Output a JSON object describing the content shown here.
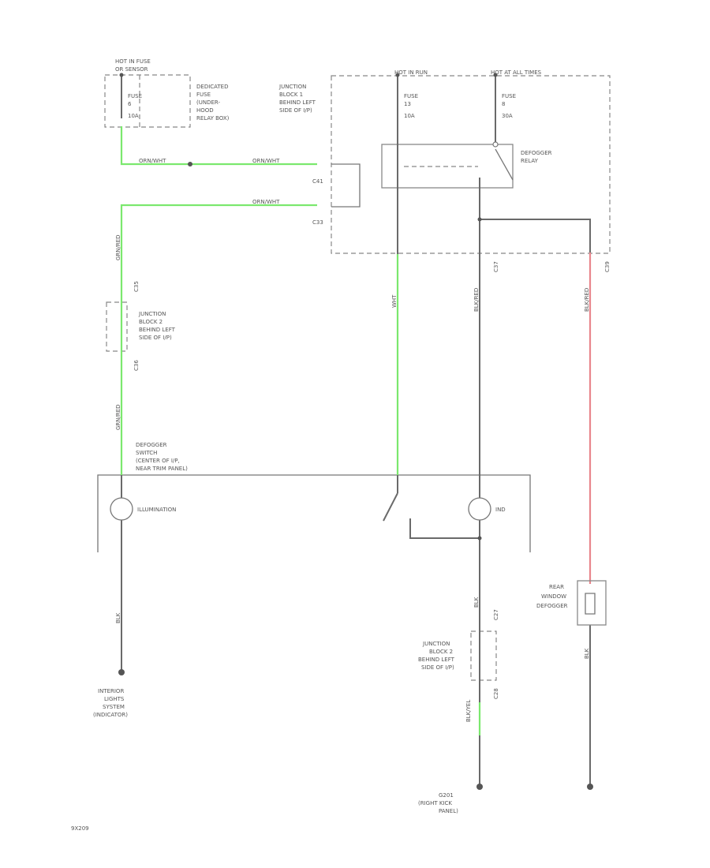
{
  "labels": {
    "hot_in_fuse": "HOT IN FUSE",
    "hot_in_fuse_sub": "OR SENSOR",
    "dedicated_fuse_1": "DEDICATED",
    "dedicated_fuse_2": "FUSE",
    "dedicated_fuse_3": "(UNDER-",
    "dedicated_fuse_4": "HOOD",
    "dedicated_fuse_5": "RELAY BOX)",
    "fuse_left": "FUSE",
    "fuse_left_num": "6",
    "fuse_left_amp": "10A",
    "junction_block_1_a": "JUNCTION",
    "junction_block_1_b": "BLOCK 1",
    "junction_block_1_c": "BEHIND LEFT",
    "junction_block_1_d": "SIDE OF I/P)",
    "hot_in_run": "HOT IN RUN",
    "hot_at_all_times": "HOT AT ALL TIMES",
    "fuse_mid": "FUSE",
    "fuse_mid_num": "13",
    "fuse_mid_amp": "10A",
    "fuse_right": "FUSE",
    "fuse_right_num": "8",
    "fuse_right_amp": "30A",
    "defogger_relay_a": "DEFOGGER",
    "defogger_relay_b": "RELAY",
    "wire_orn_wht_1": "ORN/WHT",
    "wire_orn_wht_2": "ORN/WHT",
    "wire_orn_wht_3": "ORN/WHT",
    "conn_c41": "C41",
    "conn_c33": "C33",
    "conn_c37": "C37",
    "conn_c35": "C35",
    "conn_c36": "C36",
    "conn_c39": "C39",
    "conn_c27": "C27",
    "conn_c28": "C28",
    "wire_grn_red_1": "GRN/RED",
    "wire_grn_red_2": "GRN/RED",
    "junction_block_2_a": "JUNCTION",
    "junction_block_2_b": "BLOCK 2",
    "junction_block_2_c": "BEHIND LEFT",
    "junction_block_2_d": "SIDE OF I/P)",
    "wire_wht": "WHT",
    "wire_blk_red": "BLK/RED",
    "wire_blk_red_2": "BLK/RED",
    "wire_blk_yel": "BLK/YEL",
    "wire_blk": "BLK",
    "wire_blk_2": "BLK",
    "wire_blk_3": "BLK",
    "defogger_switch_a": "DEFOGGER",
    "defogger_switch_b": "SWITCH",
    "defogger_switch_c": "(CENTER OF I/P,",
    "defogger_switch_d": "NEAR TRIM PANEL)",
    "illumination": "ILLUMINATION",
    "ind": "IND",
    "rear_window_a": "REAR",
    "rear_window_b": "WINDOW",
    "rear_window_c": "DEFOGGER",
    "junction_block_3_a": "JUNCTION",
    "junction_block_3_b": "BLOCK 2",
    "junction_block_3_c": "BEHIND LEFT",
    "junction_block_3_d": "SIDE OF I/P)",
    "interior_a": "INTERIOR",
    "interior_b": "LIGHTS",
    "interior_c": "SYSTEM",
    "interior_d": "(INDICATOR)",
    "g_a": "G201",
    "g_b": "(RIGHT KICK",
    "g_c": "PANEL)",
    "fig_id": "9X209"
  },
  "colors": {
    "wire_green": "#7be86e",
    "wire_red": "#e8868c",
    "wire_black": "#6a6a6a"
  }
}
